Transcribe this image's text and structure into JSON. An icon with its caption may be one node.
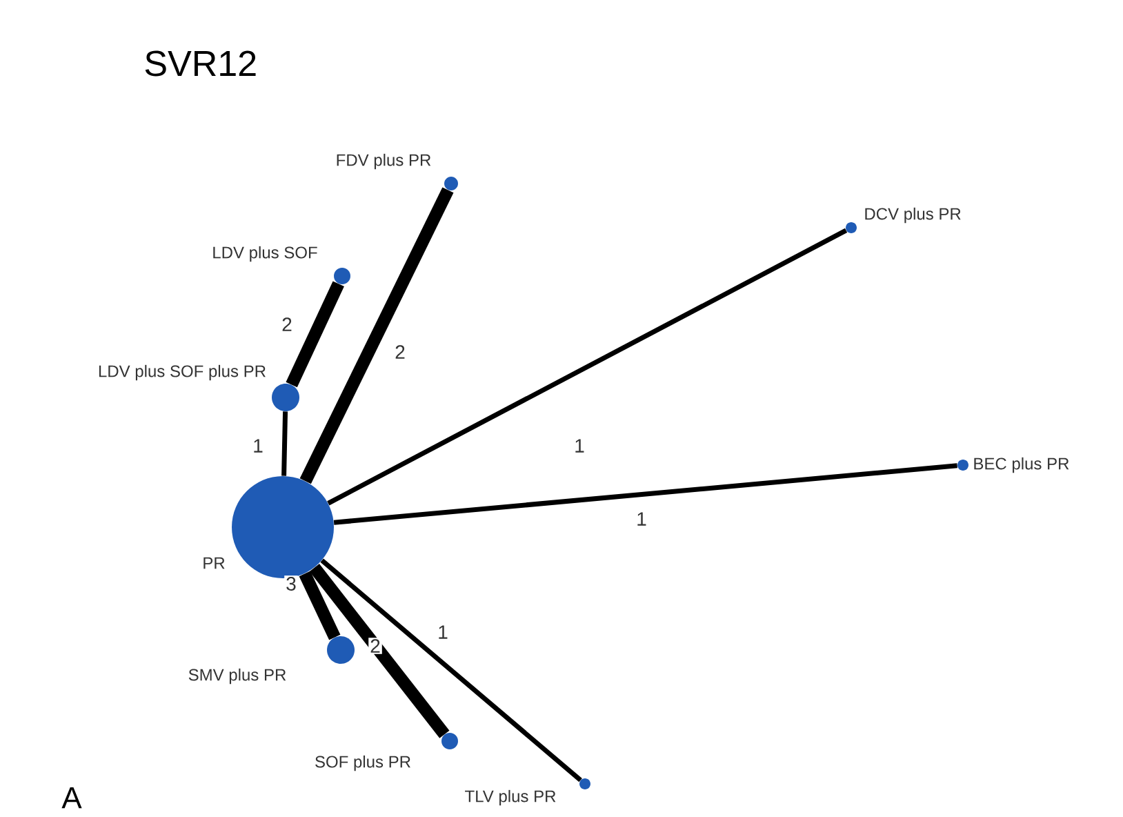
{
  "diagram": {
    "title": "SVR12",
    "nodes": [
      {
        "text": [
          "PR"
        ]
      },
      {
        "text": [
          "FDV plus PR"
        ]
      },
      {
        "text": [
          "LDV plus SOF"
        ]
      },
      {
        "text": [
          "LDV plus SOF plus PR"
        ]
      },
      {
        "text": [
          "DCV plus PR"
        ]
      },
      {
        "text": [
          "BEC plus PR"
        ]
      },
      {
        "text": [
          "SMV plus PR"
        ]
      },
      {
        "text": [
          "SOF plus PR"
        ]
      },
      {
        "text": [
          "TLV plus PR"
        ]
      }
    ],
    "edges": [
      {
        "from": 0,
        "to": 3,
        "arrow": "none",
        "label": "1"
      },
      {
        "from": 3,
        "to": 2,
        "arrow": "none",
        "label": "2",
        "style": "thick"
      },
      {
        "from": 0,
        "to": 1,
        "arrow": "none",
        "label": "2",
        "style": "thick"
      },
      {
        "from": 0,
        "to": 4,
        "arrow": "none",
        "label": "1"
      },
      {
        "from": 0,
        "to": 5,
        "arrow": "none",
        "label": "1"
      },
      {
        "from": 0,
        "to": 6,
        "arrow": "none",
        "label": "3",
        "style": "thick"
      },
      {
        "from": 0,
        "to": 7,
        "arrow": "none",
        "label": "2",
        "style": "thick"
      },
      {
        "from": 0,
        "to": 8,
        "arrow": "none",
        "label": "1"
      }
    ],
    "labels": [
      "A"
    ]
  }
}
